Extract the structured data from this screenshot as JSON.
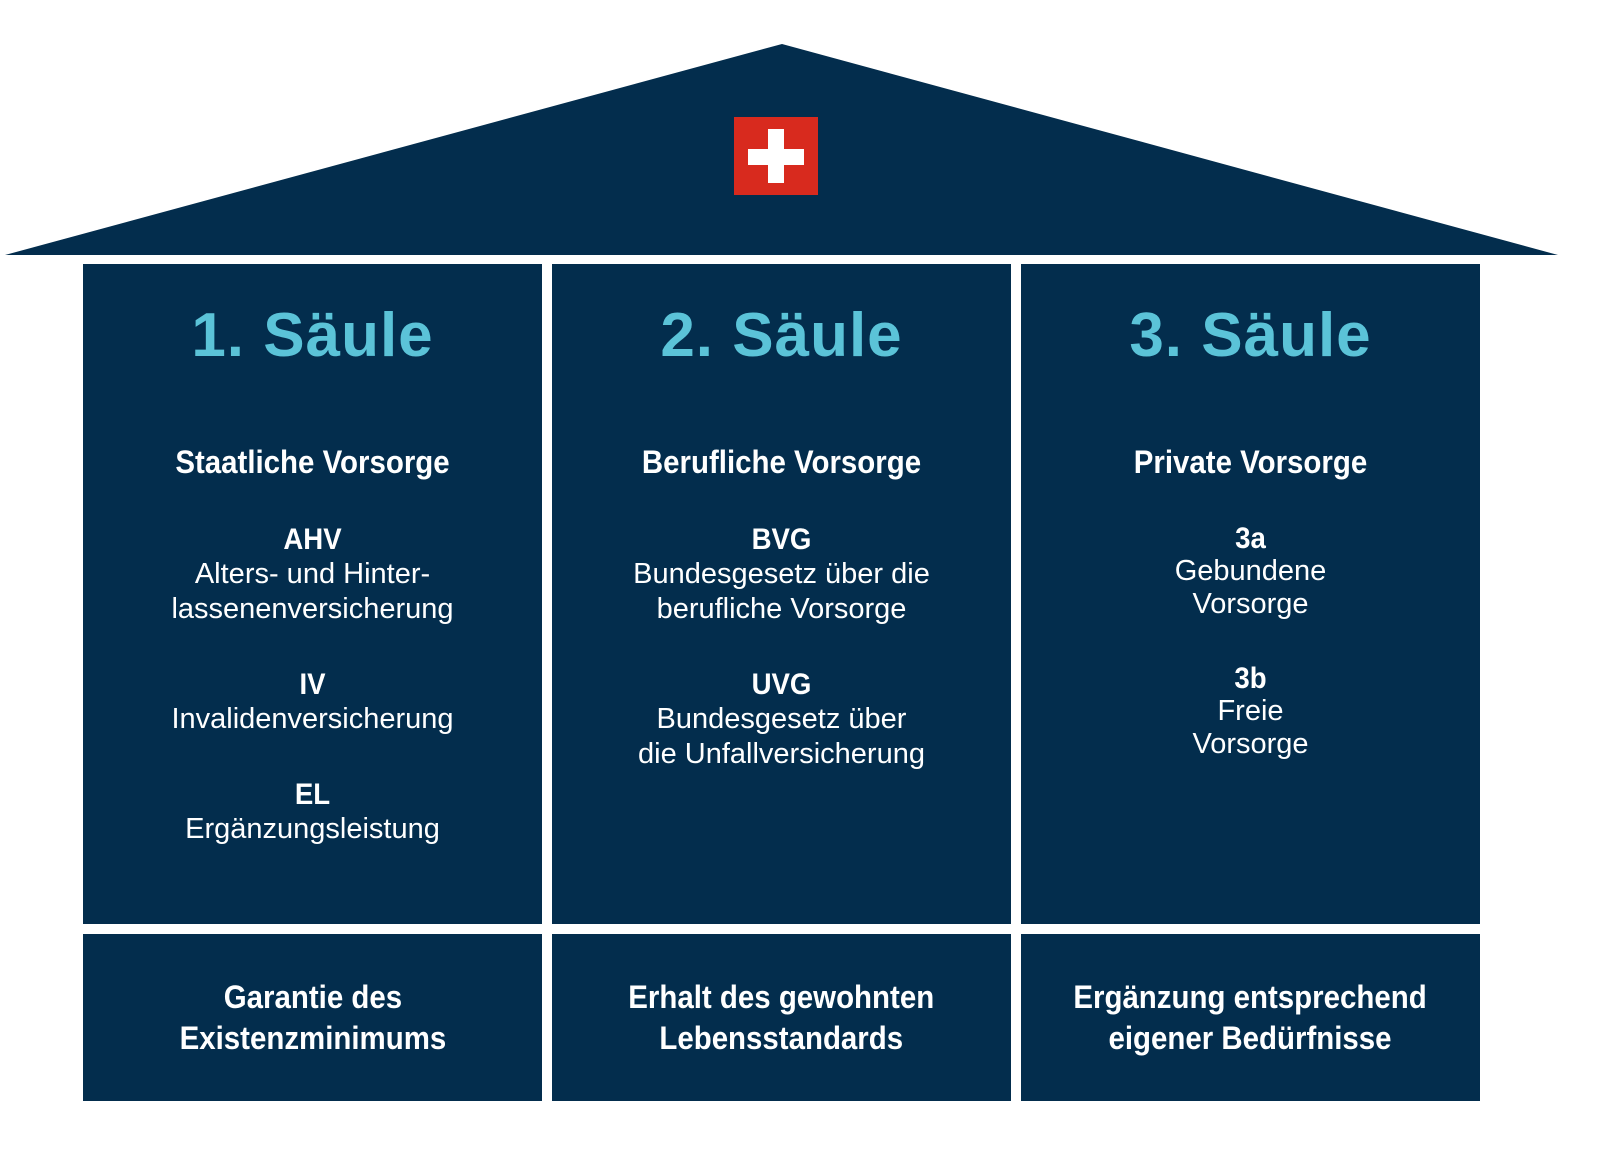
{
  "colors": {
    "navy": "#032d4d",
    "accent": "#5bc3d8",
    "flag_red": "#d82a1e"
  },
  "roof": {
    "icon": "swiss-flag-icon"
  },
  "pillars": [
    {
      "title": "1. Säule",
      "subtitle": "Staatliche Vorsorge",
      "items": [
        {
          "label": "AHV",
          "desc": "Alters- und Hinter-\nlassenenversicherung"
        },
        {
          "label": "IV",
          "desc": "Invalidenversicherung"
        },
        {
          "label": "EL",
          "desc": "Ergänzungsleistung"
        }
      ],
      "goal": "Garantie des\nExistenzminimums"
    },
    {
      "title": "2. Säule",
      "subtitle": "Berufliche Vorsorge",
      "items": [
        {
          "label": "BVG",
          "desc": "Bundesgesetz über die\nberufliche Vorsorge"
        },
        {
          "label": "UVG",
          "desc": "Bundesgesetz über\ndie Unfallversicherung"
        }
      ],
      "goal": "Erhalt des gewohnten\nLebensstandards"
    },
    {
      "title": "3. Säule",
      "subtitle": "Private Vorsorge",
      "items": [
        {
          "label": "3a",
          "desc": "Gebundene\nVorsorge"
        },
        {
          "label": "3b",
          "desc": "Freie\nVorsorge"
        }
      ],
      "goal": "Ergänzung entsprechend\neigener Bedürfnisse"
    }
  ]
}
